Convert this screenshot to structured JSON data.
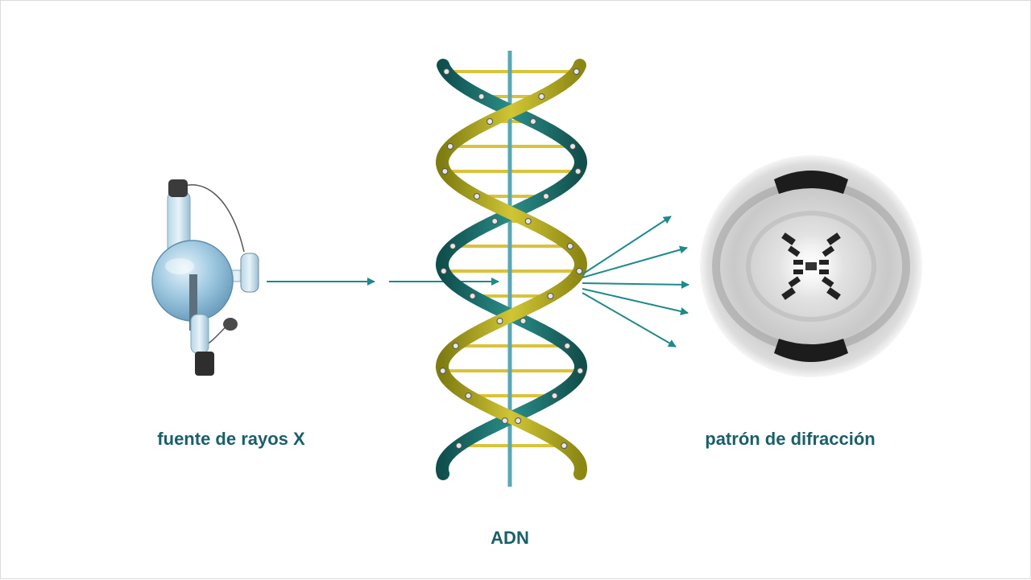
{
  "labels": {
    "source": "fuente de rayos X",
    "dna": "ADN",
    "pattern": "patrón de difracción"
  },
  "colors": {
    "label": "#1a5f6a",
    "arrow": "#1e8a8a",
    "axis": "#5aa7b5",
    "strand_gold": "#a7a21c",
    "strand_teal": "#1b6f6c",
    "rung": "#d9c33a",
    "bulb": "#8fbfda"
  },
  "icons": {
    "source": "xray-tube-icon",
    "dna": "dna-double-helix-icon",
    "pattern": "diffraction-pattern-icon"
  }
}
